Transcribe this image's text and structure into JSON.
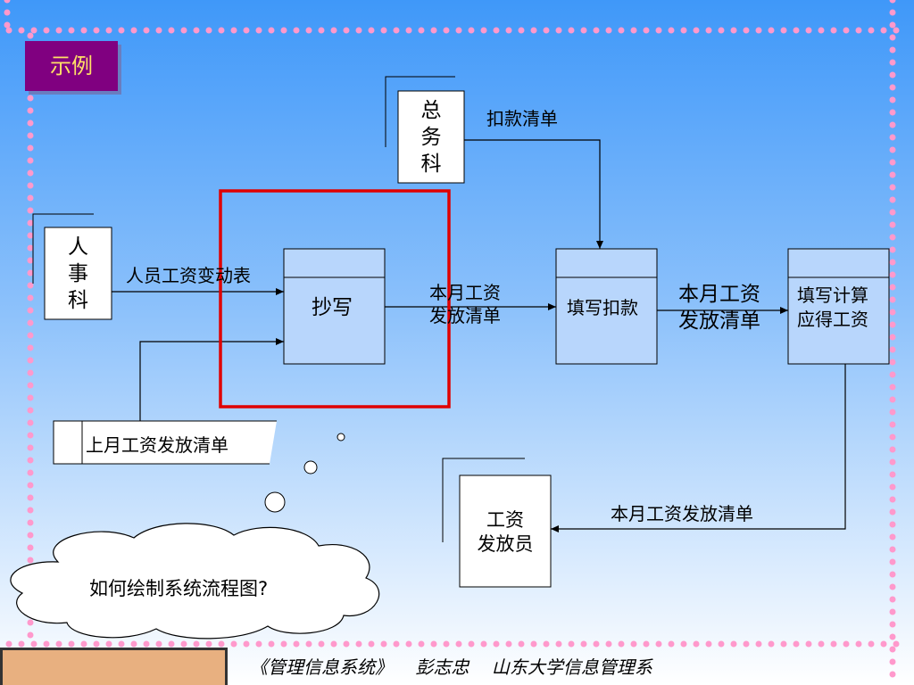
{
  "title_tag": "示例",
  "nodes": {
    "zongwu": [
      "总",
      "务",
      "科"
    ],
    "renshi": [
      "人",
      "事",
      "科"
    ],
    "chaoxie": "抄写",
    "tianxie_koukuan": "填写扣款",
    "tianxie_jisuan": [
      "填写计算",
      "应得工资"
    ],
    "gongzi_ffy": [
      "工资",
      "发放员"
    ],
    "shangyue": "上月工资发放清单"
  },
  "flows": {
    "koukuan_qingdan": "扣款清单",
    "renyuan_biandong": "人员工资变动表",
    "benyue_1": [
      "本月工资",
      "发放清单"
    ],
    "benyue_2": [
      "本月工资",
      "发放清单"
    ],
    "benyue_3": "本月工资发放清单"
  },
  "cloud_text": "如何绘制系统流程图?",
  "footer": {
    "text": "《管理信息系统》    彭志忠    山东大学信息管理系"
  },
  "colors": {
    "dot_border": "#ff99cc",
    "highlight": "#e00000",
    "tag_bg": "#800080",
    "tag_text": "#ffe066"
  }
}
